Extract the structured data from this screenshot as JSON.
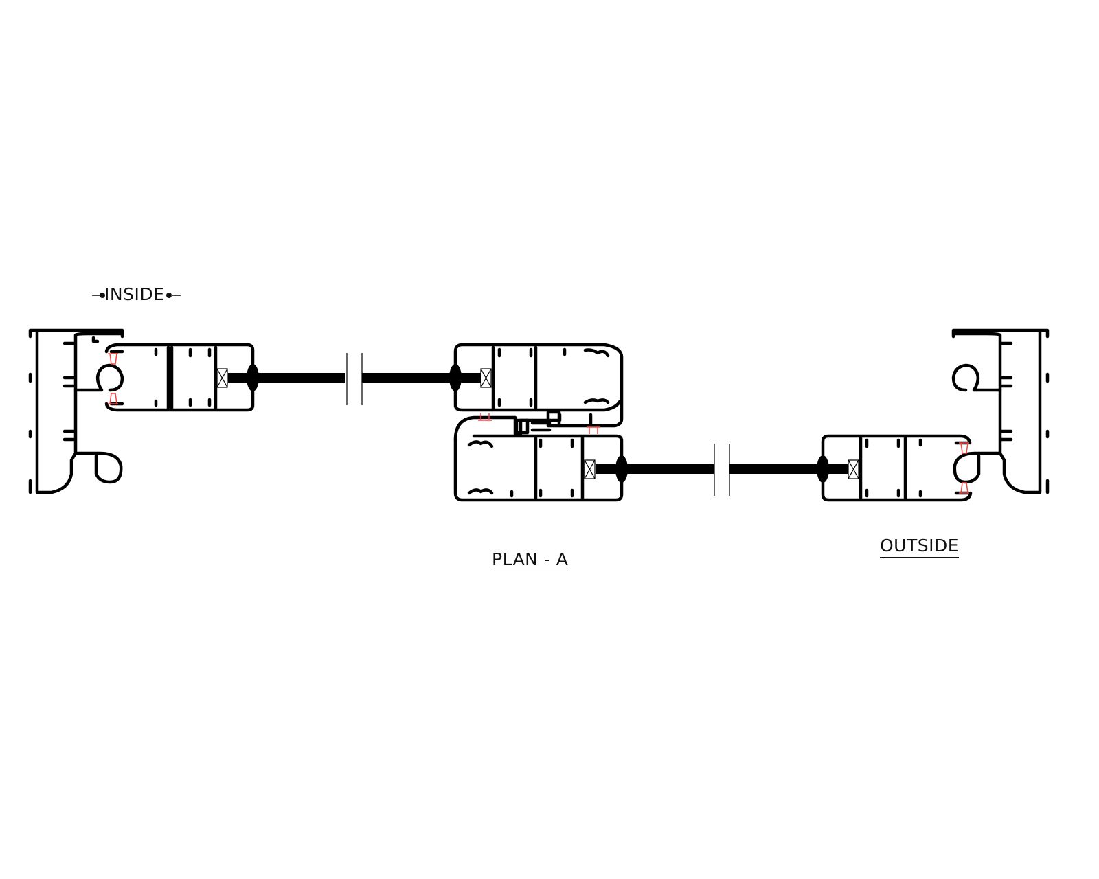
{
  "title": "PLAN - A",
  "labels": {
    "inside": "INSIDE",
    "outside": "OUTSIDE",
    "plan": "PLAN - A"
  },
  "colors": {
    "profile": "#000000",
    "thermal_break": "#ff4040",
    "background": "#ffffff"
  }
}
